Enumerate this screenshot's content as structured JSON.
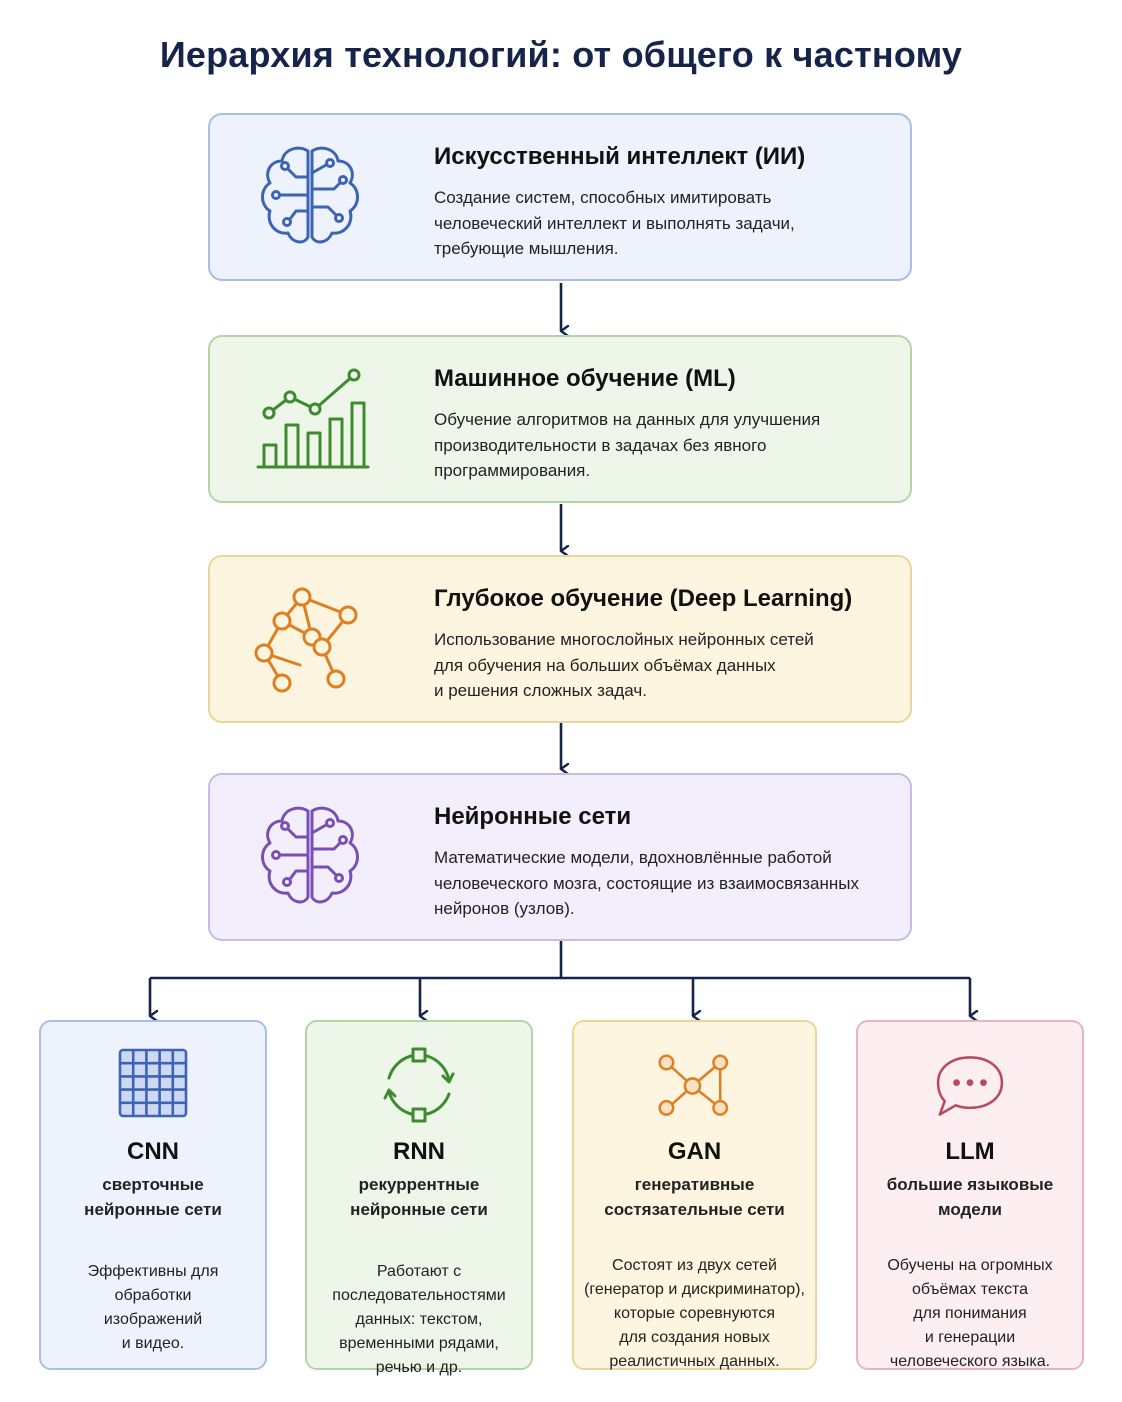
{
  "title": "Иерархия технологий: от общего к частному",
  "levels": [
    {
      "title": "Искусственный интеллект (ИИ)",
      "lines": [
        "Создание систем, способных имитировать",
        "человеческий интеллект и выполнять задачи,",
        "требующие мышления."
      ],
      "icon": "brain-circuit-icon",
      "color": "#3d63b5"
    },
    {
      "title": "Машинное обучение (ML)",
      "lines": [
        "Обучение алгоритмов на данных для улучшения",
        "производительности в задачах без явного",
        "программирования."
      ],
      "icon": "bar-chart-trend-icon",
      "color": "#3d8a2f"
    },
    {
      "title": "Глубокое обучение (Deep Learning)",
      "lines": [
        "Использование многослойных нейронных сетей",
        "для обучения на больших объёмах данных",
        "и решения сложных задач."
      ],
      "icon": "node-network-icon",
      "color": "#de7f22"
    },
    {
      "title": "Нейронные сети",
      "lines": [
        "Математические модели, вдохновлённые работой",
        "человеческого мозга, состоящие из взаимосвязанных",
        "нейронов (узлов)."
      ],
      "icon": "brain-circuit-icon",
      "color": "#7a4fb5"
    }
  ],
  "types": [
    {
      "name": "CNN",
      "subtitle": [
        "сверточные",
        "нейронные сети"
      ],
      "lines": [
        "Эффективны для",
        "обработки",
        "изображений",
        "и видео."
      ],
      "icon": "grid-icon",
      "color": "#3d63b5"
    },
    {
      "name": "RNN",
      "subtitle": [
        "рекуррентные",
        "нейронные сети"
      ],
      "lines": [
        "Работают с",
        "последовательностями",
        "данных: текстом,",
        "временными рядами,",
        "речью и др."
      ],
      "icon": "cycle-arrows-icon",
      "color": "#3d8a2f"
    },
    {
      "name": "GAN",
      "subtitle": [
        "генеративные",
        "состязательные сети"
      ],
      "lines": [
        "Состоят из двух сетей",
        "(генератор и дискриминатор),",
        "которые соревнуются",
        "для создания новых",
        "реалистичных данных."
      ],
      "icon": "node-graph-icon",
      "color": "#de7f22"
    },
    {
      "name": "LLM",
      "subtitle": [
        "большие языковые",
        "модели"
      ],
      "lines": [
        "Обучены на огромных",
        "объёмах текста",
        "для понимания",
        "и генерации",
        "человеческого языка."
      ],
      "icon": "chat-bubble-icon",
      "color": "#b84a5e"
    }
  ],
  "connector_color": "#16244a"
}
